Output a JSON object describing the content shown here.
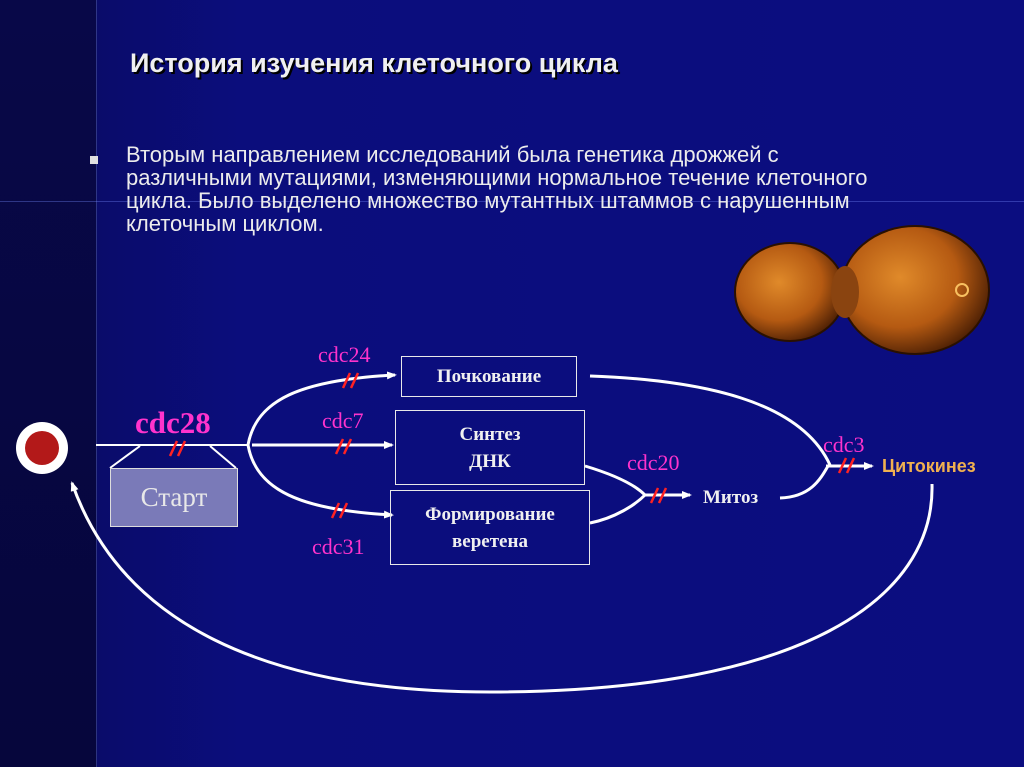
{
  "slide": {
    "title": "История изучения клеточного цикла",
    "bullet": "Вторым направлением исследований была генетика дрожжей с различными мутациями, изменяющими нормальное течение клеточного цикла. Было выделено множество мутантных штаммов с нарушенным клеточным циклом."
  },
  "diagram": {
    "start_label": "Старт",
    "boxes": {
      "budding": "Почкование",
      "dna_line1": "Синтез",
      "dna_line2": "ДНК",
      "spindle_line1": "Формирование",
      "spindle_line2": "веретена"
    },
    "mitosis": "Митоз",
    "cytokinesis": "Цитокинез",
    "genes": {
      "cdc28": "cdc28",
      "cdc24": "cdc24",
      "cdc7": "cdc7",
      "cdc31": "cdc31",
      "cdc20": "cdc20",
      "cdc3": "cdc3"
    },
    "colors": {
      "gene_labels": "#ff33cc",
      "break_marks": "#ff2222",
      "cytokinesis": "#f0b050",
      "start_box": "#7a7ab8",
      "arrows": "#ffffff"
    },
    "icons": [
      "cell-icon",
      "yeast-cell-image"
    ]
  }
}
